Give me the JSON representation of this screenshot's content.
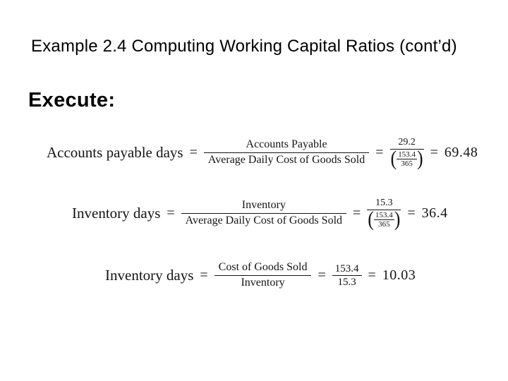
{
  "slide": {
    "title": "Example 2.4 Computing Working Capital Ratios (cont’d)",
    "section_heading": "Execute:"
  },
  "symbols": {
    "equals": "=",
    "paren_open": "(",
    "paren_close": ")"
  },
  "formulas": [
    {
      "label": "Accounts payable days",
      "fraction": {
        "numerator": "Accounts Payable",
        "denominator": "Average Daily Cost of Goods Sold"
      },
      "calculation": {
        "numerator": "29.2",
        "denominator_numerator": "153.4",
        "denominator_denominator": "365"
      },
      "result": "69.48"
    },
    {
      "label": "Inventory days",
      "fraction": {
        "numerator": "Inventory",
        "denominator": "Average Daily Cost of Goods Sold"
      },
      "calculation": {
        "numerator": "15.3",
        "denominator_numerator": "153.4",
        "denominator_denominator": "365"
      },
      "result": "36.4"
    },
    {
      "label": "Inventory days",
      "fraction": {
        "numerator": "Cost of Goods Sold",
        "denominator": "Inventory"
      },
      "calculation": {
        "numerator": "153.4",
        "denominator": "15.3"
      },
      "result": "10.03"
    }
  ]
}
